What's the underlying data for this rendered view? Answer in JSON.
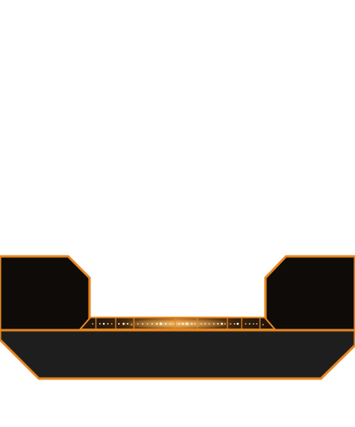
{
  "hud": {
    "colors": {
      "background": "#ffffff",
      "frame_border": "#e6861f",
      "side_panel_fill": "#0e0b09",
      "bottom_panel_fill": "#1f1e1e",
      "light_strip_dark": "#1a120a",
      "light_strip_glow": "#f0a040",
      "sparkle": "#fff6e0"
    },
    "icons": {
      "left_panel": "hud-side-panel",
      "right_panel": "hud-side-panel",
      "strip": "led-light-strip"
    }
  }
}
